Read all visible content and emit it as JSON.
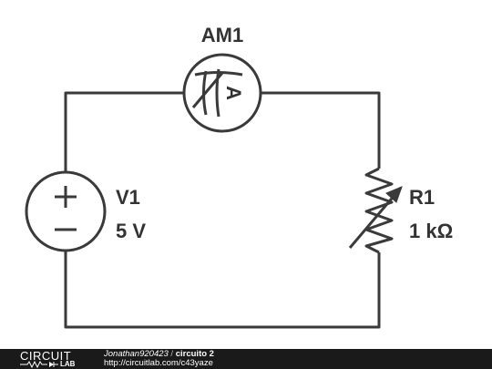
{
  "components": {
    "ammeter": {
      "name": "AM1",
      "symbol": "A"
    },
    "source": {
      "name": "V1",
      "value": "5 V",
      "plus": "+",
      "minus": "−"
    },
    "resistor": {
      "name": "R1",
      "value": "1 kΩ"
    }
  },
  "footer": {
    "logo_top": "CIRCUIT",
    "logo_bottom": "LAB",
    "author": "Jonathan920423",
    "separator": " / ",
    "title": "circuito 2",
    "url": "http://circuitlab.com/c43yaze"
  },
  "colors": {
    "wire": "#3a3a3a",
    "label": "#333333",
    "footer_bg": "#1a1a1a"
  }
}
